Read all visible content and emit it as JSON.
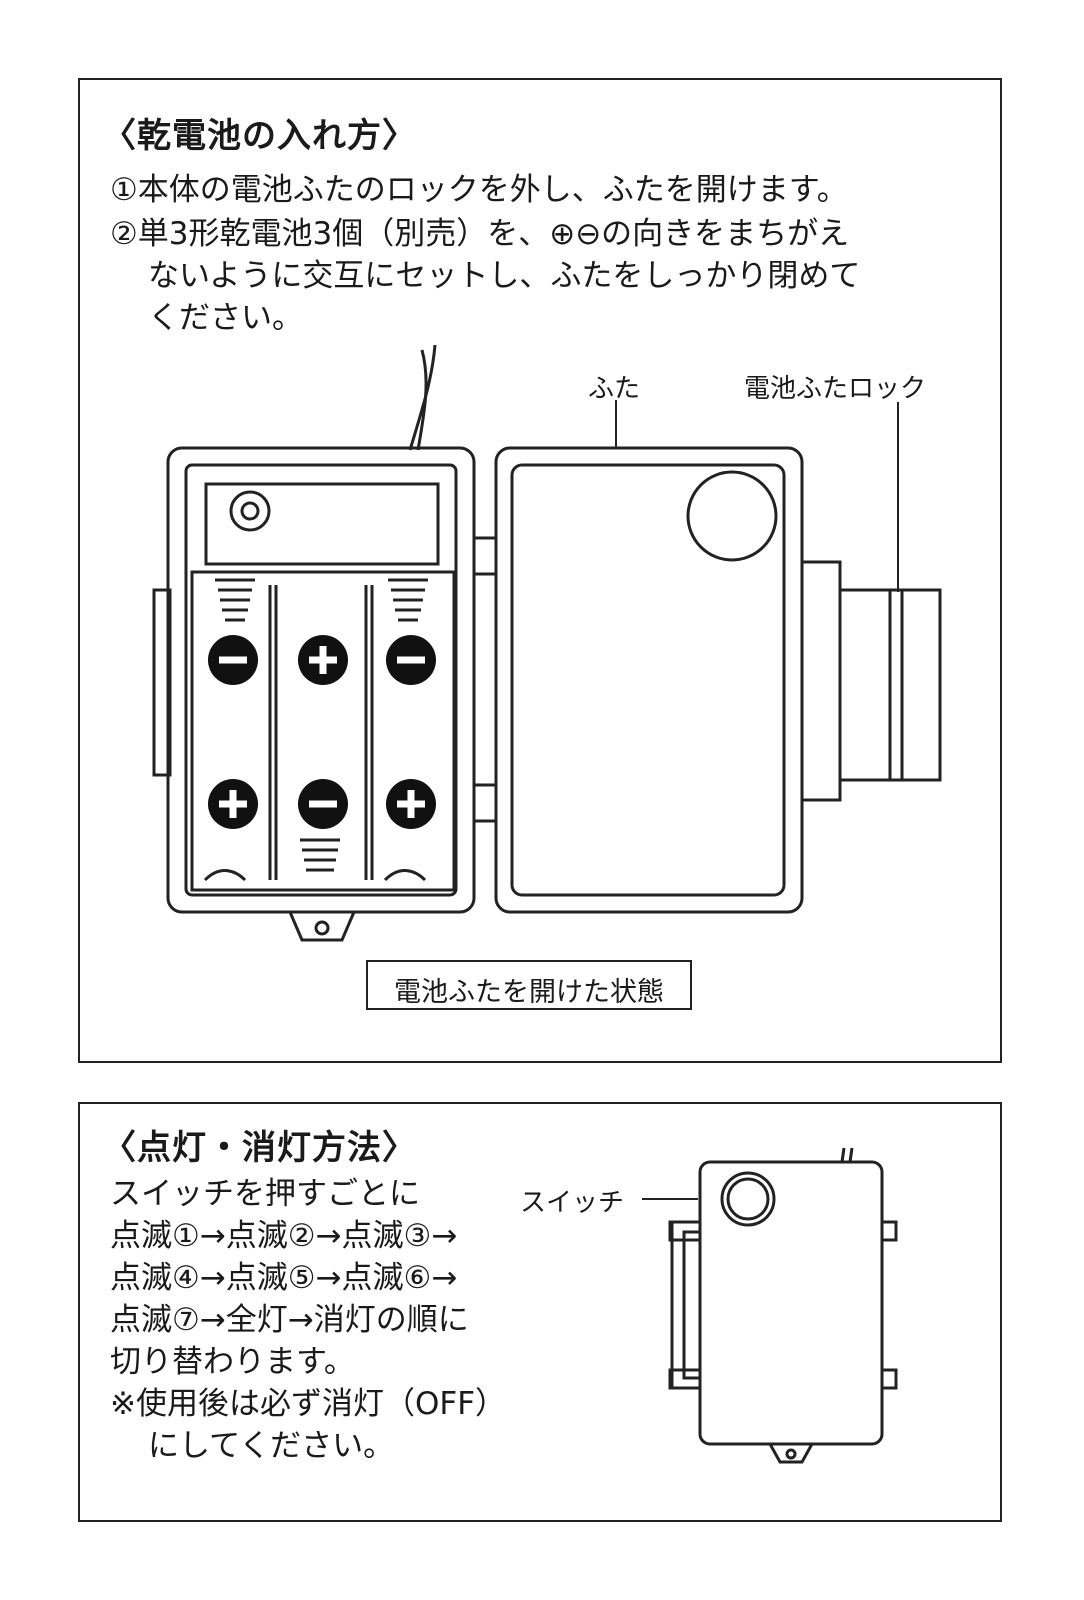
{
  "battery_section": {
    "title": "〈乾電池の入れ方〉",
    "step1": "①本体の電池ふたのロックを外し、ふたを開けます。",
    "step2_line1": "②単3形乾電池3個（別売）を、⊕⊖の向きをまちがえ",
    "step2_line2": "ないように交互にセットし、ふたをしっかり閉めて",
    "step2_line3": "ください。",
    "label_lid": "ふた",
    "label_lock": "電池ふたロック",
    "caption": "電池ふたを開けた状態",
    "battery_polarity": {
      "top_row": [
        "−",
        "+",
        "−"
      ],
      "bottom_row": [
        "+",
        "−",
        "+"
      ]
    }
  },
  "lighting_section": {
    "title": "〈点灯・消灯方法〉",
    "line1": "スイッチを押すごとに",
    "line2": "点滅①→点滅②→点滅③→",
    "line3": "点滅④→点滅⑤→点滅⑥→",
    "line4": "点滅⑦→全灯→消灯の順に",
    "line5": "切り替わります。",
    "line6": "※使用後は必ず消灯（OFF）",
    "line7": "にしてください。",
    "label_switch": "スイッチ"
  }
}
